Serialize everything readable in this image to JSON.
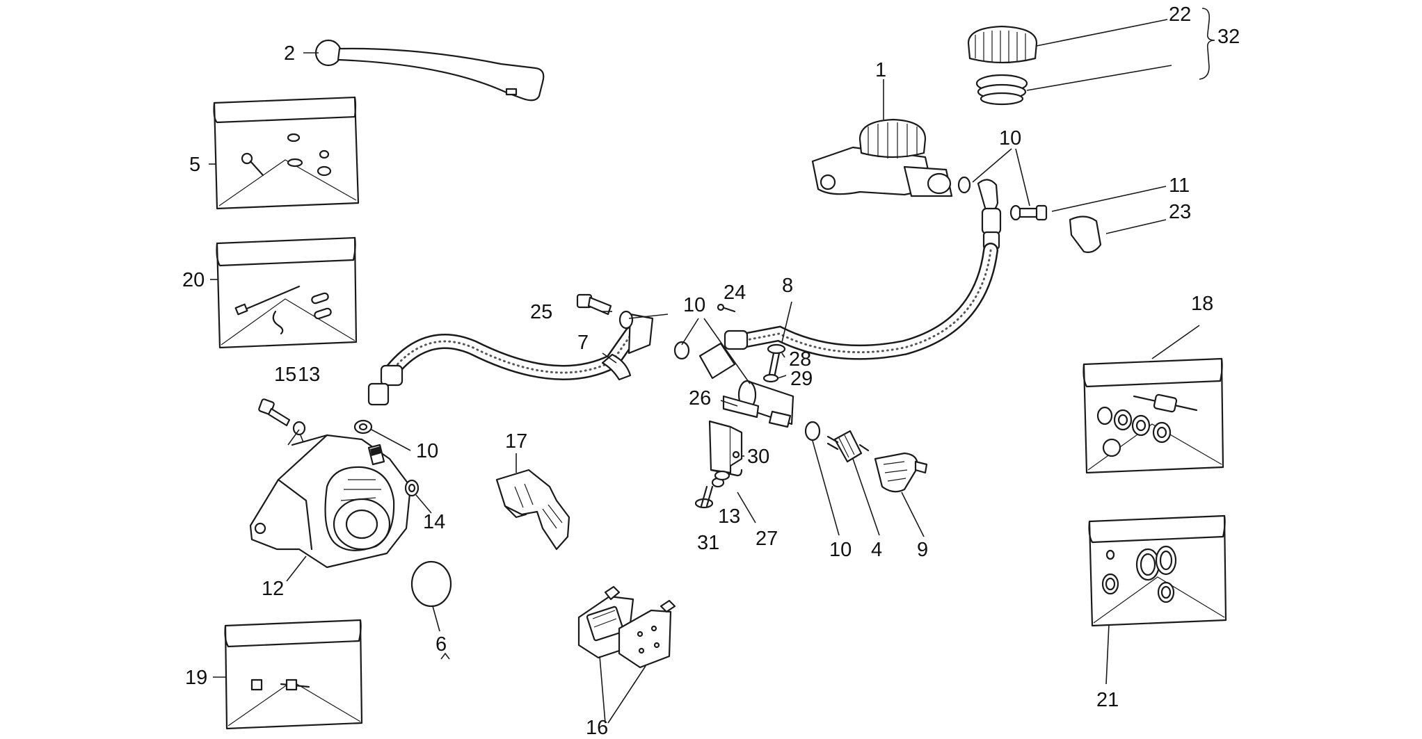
{
  "diagram": {
    "callouts": [
      {
        "id": "c1",
        "text": "1"
      },
      {
        "id": "c2",
        "text": "2"
      },
      {
        "id": "c4",
        "text": "4"
      },
      {
        "id": "c5",
        "text": "5"
      },
      {
        "id": "c6",
        "text": "6"
      },
      {
        "id": "c7",
        "text": "7"
      },
      {
        "id": "c8",
        "text": "8"
      },
      {
        "id": "c9",
        "text": "9"
      },
      {
        "id": "c10a",
        "text": "10"
      },
      {
        "id": "c10b",
        "text": "10"
      },
      {
        "id": "c10c",
        "text": "10"
      },
      {
        "id": "c10d",
        "text": "10"
      },
      {
        "id": "c11",
        "text": "11"
      },
      {
        "id": "c12",
        "text": "12"
      },
      {
        "id": "c13a",
        "text": "13"
      },
      {
        "id": "c13b",
        "text": "13"
      },
      {
        "id": "c14",
        "text": "14"
      },
      {
        "id": "c15",
        "text": "15"
      },
      {
        "id": "c16",
        "text": "16"
      },
      {
        "id": "c17",
        "text": "17"
      },
      {
        "id": "c18",
        "text": "18"
      },
      {
        "id": "c19",
        "text": "19"
      },
      {
        "id": "c20",
        "text": "20"
      },
      {
        "id": "c21",
        "text": "21"
      },
      {
        "id": "c22",
        "text": "22"
      },
      {
        "id": "c23",
        "text": "23"
      },
      {
        "id": "c24",
        "text": "24"
      },
      {
        "id": "c25",
        "text": "25"
      },
      {
        "id": "c26",
        "text": "26"
      },
      {
        "id": "c27",
        "text": "27"
      },
      {
        "id": "c28",
        "text": "28"
      },
      {
        "id": "c29",
        "text": "29"
      },
      {
        "id": "c30",
        "text": "30"
      },
      {
        "id": "c31",
        "text": "31"
      },
      {
        "id": "c32",
        "text": "32"
      }
    ]
  }
}
